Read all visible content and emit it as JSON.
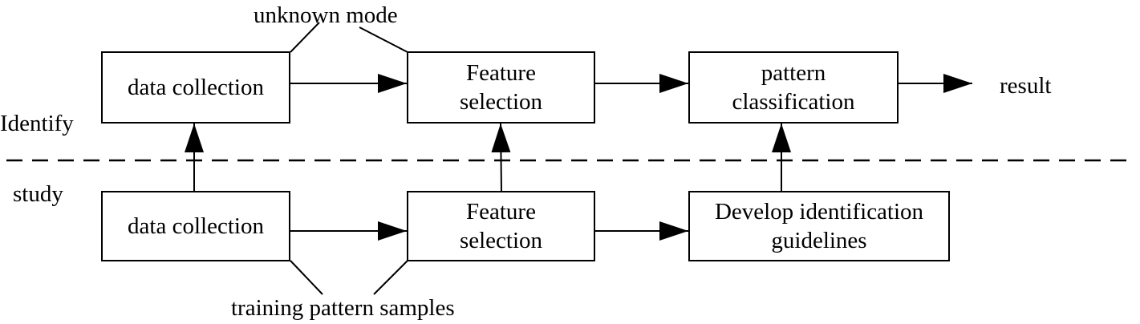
{
  "labels": {
    "identify": "Identify",
    "study": "study",
    "unknown_mode": "unknown mode",
    "training_samples": "training pattern samples",
    "result": "result"
  },
  "identify_row": {
    "data_collection": "data collection",
    "feature_selection": "Feature\nselection",
    "pattern_classification": "pattern\nclassification"
  },
  "study_row": {
    "data_collection": "data collection",
    "feature_selection": "Feature\nselection",
    "develop_guidelines": "Develop identification\nguidelines"
  },
  "colors": {
    "stroke": "#000000",
    "background": "#ffffff"
  }
}
